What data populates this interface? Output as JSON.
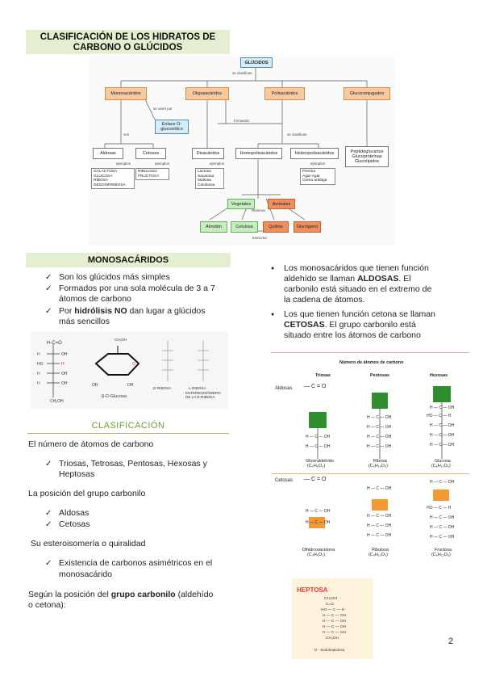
{
  "header1": {
    "title": "CLASIFICACIÓN DE LOS HIDRATOS DE CARBONO O GLÚCIDOS"
  },
  "concept_map": {
    "root": "GLÚCIDOS",
    "root_label": "se clasifican",
    "mono": "Monosacáridos",
    "oligo": "Oligosacáridos",
    "poli": "Polisacáridos",
    "gluco": "Glucoconjugados",
    "se_unen_por": "se unen por",
    "enlace": "Enlace O-glucosídico",
    "formando": "formando",
    "son": "son",
    "se_clasifican2": "se clasifican",
    "aldosas": "Aldosas",
    "cetosas": "Cetosas",
    "disacaridos": "Disacáridos",
    "homo": "Homopolisacáridos",
    "hetero": "Heteropolisacáridos",
    "gluco_list": [
      "Peptidoglucanos",
      "Glucoproteínas",
      "Glucolípidos"
    ],
    "ejemplos": "ejemplos",
    "aldosas_list": [
      "GALACTOSA",
      "GLUCOSA",
      "RIBOSA",
      "DESOXIRRIBOSA"
    ],
    "cetosas_list": [
      "RIBULOSA",
      "FRUCTOSA"
    ],
    "disac_list": [
      "Lactosa",
      "Sacarosa",
      "Maltosa",
      "Celobiosa"
    ],
    "hetero_list": [
      "Pectina",
      "Agar-Agar",
      "Goma arábiga"
    ],
    "vegetales": "Vegetales",
    "animales": "Animales",
    "reserva": "Reserva",
    "almidon": "Almidón",
    "celulosa": "Celulosa",
    "quitina": "Quitina",
    "glucogeno": "Glucógeno",
    "estructur": "Estructur"
  },
  "mono_section": {
    "title": "MONOSACÁRIDOS",
    "items": [
      "Son los glúcidos más simples",
      "Formados por una sola molécula de 3 a 7",
      "átomos de carbono",
      "Por ",
      "hidrólisis NO",
      " dan lugar a glúcidos",
      "más sencillos"
    ]
  },
  "right_bullets": {
    "b1_line1": "Los monosacáridos que tienen función",
    "b1_line2a": "aldehído se llaman ",
    "b1_bold": "ALDOSAS",
    "b1_line2b": ". El",
    "b1_line3": "carbonilo está situado en el extremo de",
    "b1_line4": "la cadena de átomos.",
    "b2_line1": "Los que tienen función cetona se llaman",
    "b2_bold": "CETOSAS",
    "b2_line2b": ". El grupo carbonilo está",
    "b2_line3": "situado entre los átomos de carbono"
  },
  "glucose_fig": {
    "glucose_label": "β-D-Glucosa",
    "ch2oh": "CH₂OH",
    "d_ribosa": "D-RIBOSA",
    "l_ribosa": "L-RIBOSA",
    "l_caption": "ESTEREOISÓMERO DE LA D-RIBOSA"
  },
  "classif": {
    "title": "CLASIFICACIÓN",
    "p1": "El número de átomos de carbono",
    "c1a": "Triosas, Tetrosas, Pentosas, Hexosas y",
    "c1b": "Heptosas",
    "p2": "La posición del grupo carbonilo",
    "c2a": "Aldosas",
    "c2b": "Cetosas",
    "p3": "Su esteroisomería o quiralidad",
    "c3a": "Existencia de carbonos asimétricos en el",
    "c3b": "monosacárido",
    "p4a": "Según la posición del ",
    "p4bold": "grupo carbonilo",
    "p4b": " (aldehído",
    "p4c": "o cetona):"
  },
  "carbon_fig": {
    "title": "Número de átomos de carbono",
    "cols": [
      "Triosas",
      "Pentosas",
      "Hexosas"
    ],
    "aldosas": "Aldosas",
    "cetosas": "Cetosas",
    "ald_names": [
      "Gliceraldehído",
      "Ribosa",
      "Glucosa"
    ],
    "ald_formulas": [
      "(C₃H₆O₃)",
      "(C₅H₁₀O₅)",
      "(C₆H₁₂O₆)"
    ],
    "cet_names": [
      "Dihidroxiacetona",
      "Ribulosa",
      "Fructosa"
    ],
    "cet_formulas": [
      "(C₃H₆O₃)",
      "(C₅H₁₀O₅)",
      "(C₆H₁₂O₆)"
    ]
  },
  "heptosa": {
    "title": "HEPTOSA",
    "caption": "D - Sedoheptulosa"
  },
  "page_number": "2",
  "colors": {
    "header_bg": "#e3efd0",
    "accent_green": "#2f8f2f",
    "accent_orange": "#f39a35",
    "heptosa_red": "#e53935"
  }
}
